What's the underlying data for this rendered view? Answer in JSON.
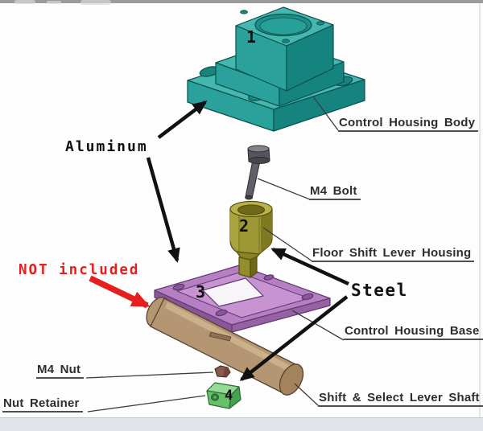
{
  "diagram": {
    "material_notes": {
      "aluminum": "Aluminum",
      "steel": "Steel",
      "not_included": "NOT included"
    },
    "callouts": {
      "control_housing_body": "Control Housing Body",
      "m4_bolt": "M4 Bolt",
      "floor_shift_lever_housing": "Floor Shift Lever Housing",
      "control_housing_base": "Control Housing Base",
      "shift_select_lever_shaft": "Shift & Select Lever Shaft",
      "m4_nut": "M4 Nut",
      "nut_retainer": "Nut Retainer"
    },
    "part_numbers": {
      "control_housing_body": "1",
      "floor_shift_lever_housing": "2",
      "control_housing_base": "3",
      "nut_retainer": "4"
    },
    "colors": {
      "aluminum_teal": "#2aa29b",
      "steel_olive": "#9d9736",
      "base_purple": "#b77fc3",
      "shaft_tan": "#b59672",
      "retainer_green": "#6cc36c",
      "nut_brown": "#8a5a50",
      "bolt_gray": "#5c5c64",
      "not_included_red": "#e51f1f"
    }
  }
}
